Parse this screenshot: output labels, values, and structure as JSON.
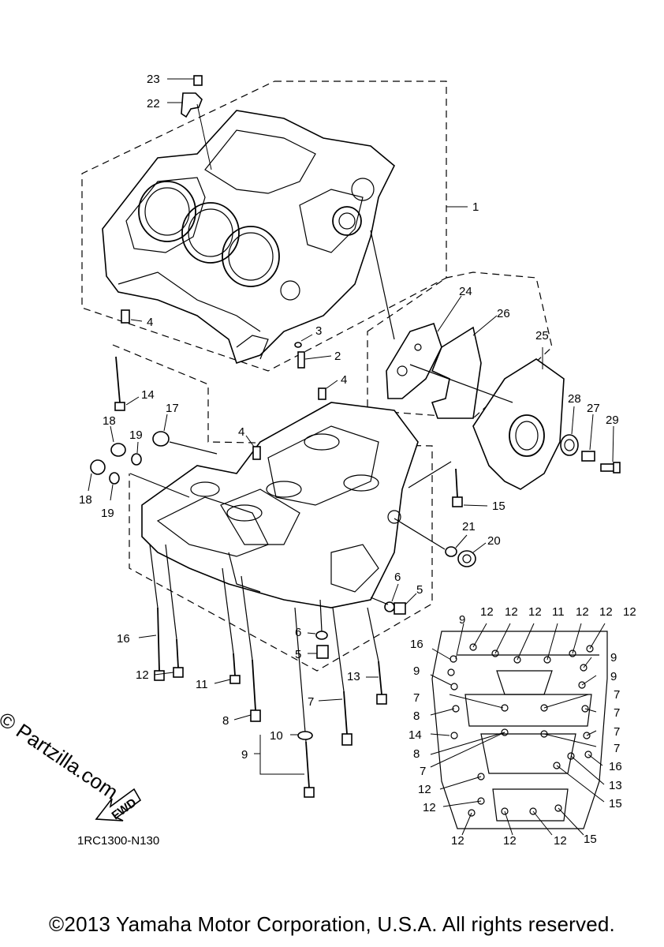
{
  "diagram_code": "1RC1300-N130",
  "copyright": "©2013 Yamaha Motor Corporation, U.S.A. All rights reserved.",
  "watermark": "© Partzilla.com",
  "fwd_label": "FWD",
  "callouts": {
    "c1": "1",
    "c2": "2",
    "c3": "3",
    "c4a": "4",
    "c4b": "4",
    "c4c": "4",
    "c5": "5",
    "c5b": "5",
    "c6": "6",
    "c6b": "6",
    "c7": "7",
    "c8": "8",
    "c9": "9",
    "c10": "10",
    "c11": "11",
    "c12": "12",
    "c13": "13",
    "c14": "14",
    "c15": "15",
    "c16": "16",
    "c17": "17",
    "c18a": "18",
    "c18b": "18",
    "c19a": "19",
    "c19b": "19",
    "c20": "20",
    "c21": "21",
    "c22": "22",
    "c23": "23",
    "c24": "24",
    "c25": "25",
    "c26": "26",
    "c27": "27",
    "c28": "28",
    "c29": "29"
  },
  "bolt_map_labels": {
    "top": [
      "9",
      "12",
      "12",
      "12",
      "11",
      "12",
      "12",
      "12"
    ],
    "r9a": "9",
    "r9b": "9",
    "l16": "16",
    "l9": "9",
    "l7a": "7",
    "r7a": "7",
    "l8": "8",
    "r7b": "7",
    "l14": "14",
    "l8b": "8",
    "r7c": "7",
    "r7d": "7",
    "l7b": "7",
    "r16": "16",
    "r13": "13",
    "l12a": "12",
    "r15a": "15",
    "l12b": "12",
    "b12a": "12",
    "b12b": "12",
    "b12c": "12",
    "r15b": "15"
  }
}
